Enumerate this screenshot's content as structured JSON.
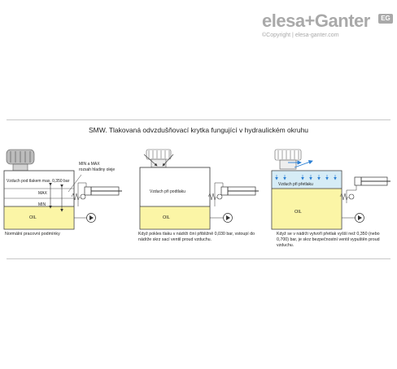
{
  "brand": {
    "logo_text": "elesa+Ganter",
    "badge_text": "EG",
    "copyright": "©Copyright | elesa-ganter.com"
  },
  "title": "SMW. Tlakovaná odvzdušňovací krytka fungující v hydraulickém okruhu",
  "panels": [
    {
      "air_label": "Vzduch pod tlakem max. 0,350 bar",
      "min_max_label_1": "MIN a MAX",
      "min_max_label_2": "rozsah hladiny oleje",
      "max_label": "MAX",
      "min_label": "MIN",
      "oil_label": "OIL",
      "caption": "Normální pracovní podmínky"
    },
    {
      "air_label": "Vzduch při podtlaku",
      "oil_label": "OIL",
      "caption": "Když pokles tlaku v nádrži činí přibližně 0,030 bar, vstoupí do nádrže skrz sací ventil proud vzduchu."
    },
    {
      "air_label": "Vzduch při přetlaku",
      "oil_label": "OIL",
      "caption": "Když se v nádrži vytvoří přetlak vyšší než 0,350 (nebo 0,700) bar, je skrz bezpečnostní ventil vypuštěn proud vzduchu."
    }
  ],
  "colors": {
    "oil": "#fbf5a6",
    "air_normal": "#ffffff",
    "air_overpressure": "#d6ecf6",
    "arrow_blue": "#2a7fd4",
    "line": "#333333",
    "logo_gray": "#a9a9a9"
  }
}
